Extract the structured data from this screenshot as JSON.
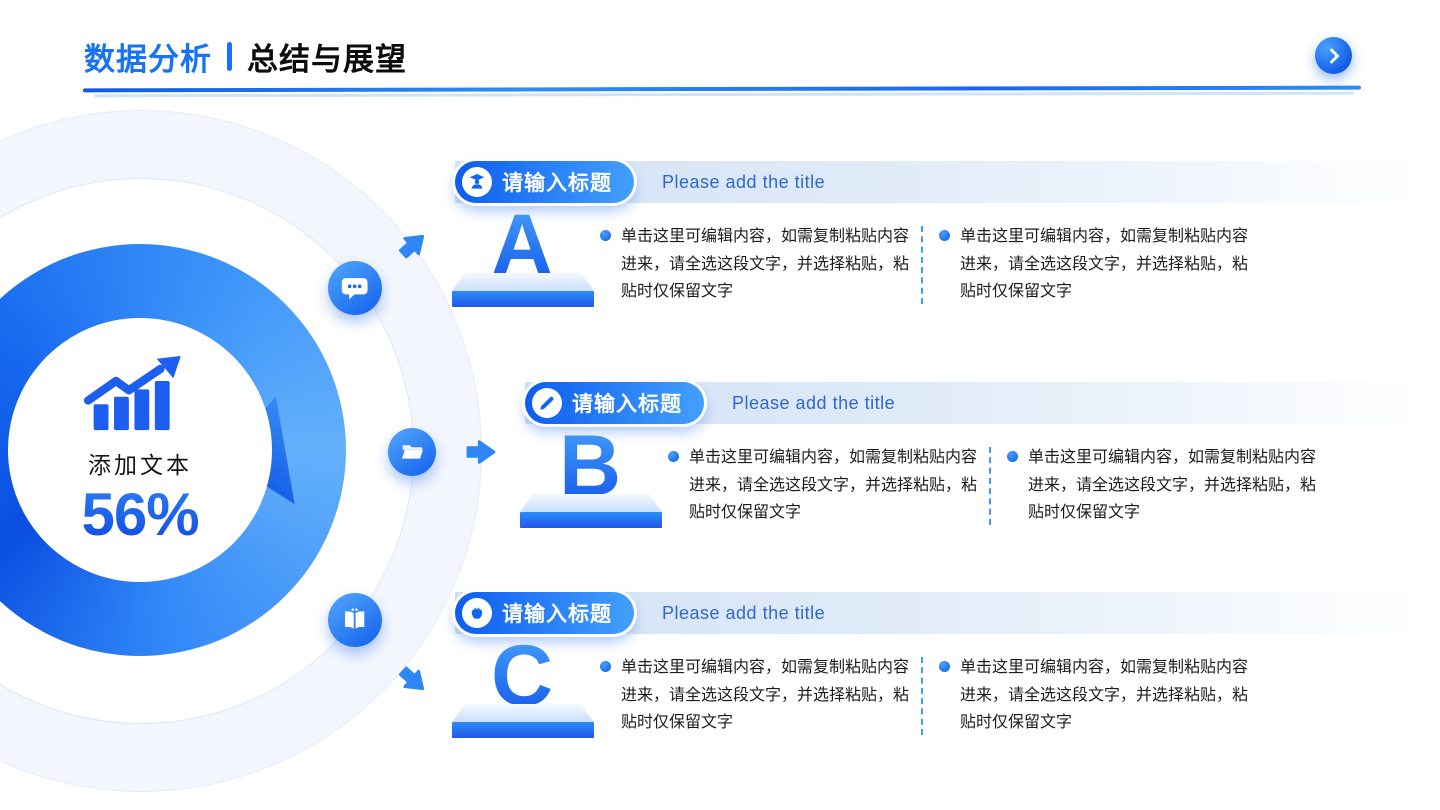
{
  "slide": {
    "header": {
      "title_primary": "数据分析",
      "separator": "|",
      "title_secondary": "总结与展望",
      "nav_icon": "chevron-right"
    },
    "infographic": {
      "center": {
        "icon": "growth-bar-chart",
        "label": "添加文本",
        "value": "56%"
      },
      "orbit_icons": [
        "chat-bubble",
        "open-folder",
        "open-book"
      ],
      "connector_arrows": [
        "up-right",
        "right",
        "down-right"
      ]
    },
    "sections": [
      {
        "letter": "A",
        "badge_icon": "graduate-person",
        "title_cn": "请输入标题",
        "title_en": "Please add the title",
        "col1": "单击这里可编辑内容，如需复制粘贴内容进来，请全选这段文字，并选择粘贴，粘贴时仅保留文字",
        "col2": "单击这里可编辑内容，如需复制粘贴内容进来，请全选这段文字，并选择粘贴，粘贴时仅保留文字"
      },
      {
        "letter": "B",
        "badge_icon": "pencil",
        "title_cn": "请输入标题",
        "title_en": "Please add the title",
        "col1": "单击这里可编辑内容，如需复制粘贴内容进来，请全选这段文字，并选择粘贴，粘贴时仅保留文字",
        "col2": "单击这里可编辑内容，如需复制粘贴内容进来，请全选这段文字，并选择粘贴，粘贴时仅保留文字"
      },
      {
        "letter": "C",
        "badge_icon": "apple",
        "title_cn": "请输入标题",
        "title_en": "Please add the title",
        "col1": "单击这里可编辑内容，如需复制粘贴内容进来，请全选这段文字，并选择粘贴，粘贴时仅保留文字",
        "col2": "单击这里可编辑内容，如需复制粘贴内容进来，请全选这段文字，并选择粘贴，粘贴时仅保留文字"
      }
    ],
    "colors": {
      "accent": "#1668f0",
      "accent_light": "#45a0fa",
      "title_en_blue": "#2d68d2",
      "strip_blue": "#d8e5f7",
      "text_dark": "#1c1c1c"
    }
  }
}
